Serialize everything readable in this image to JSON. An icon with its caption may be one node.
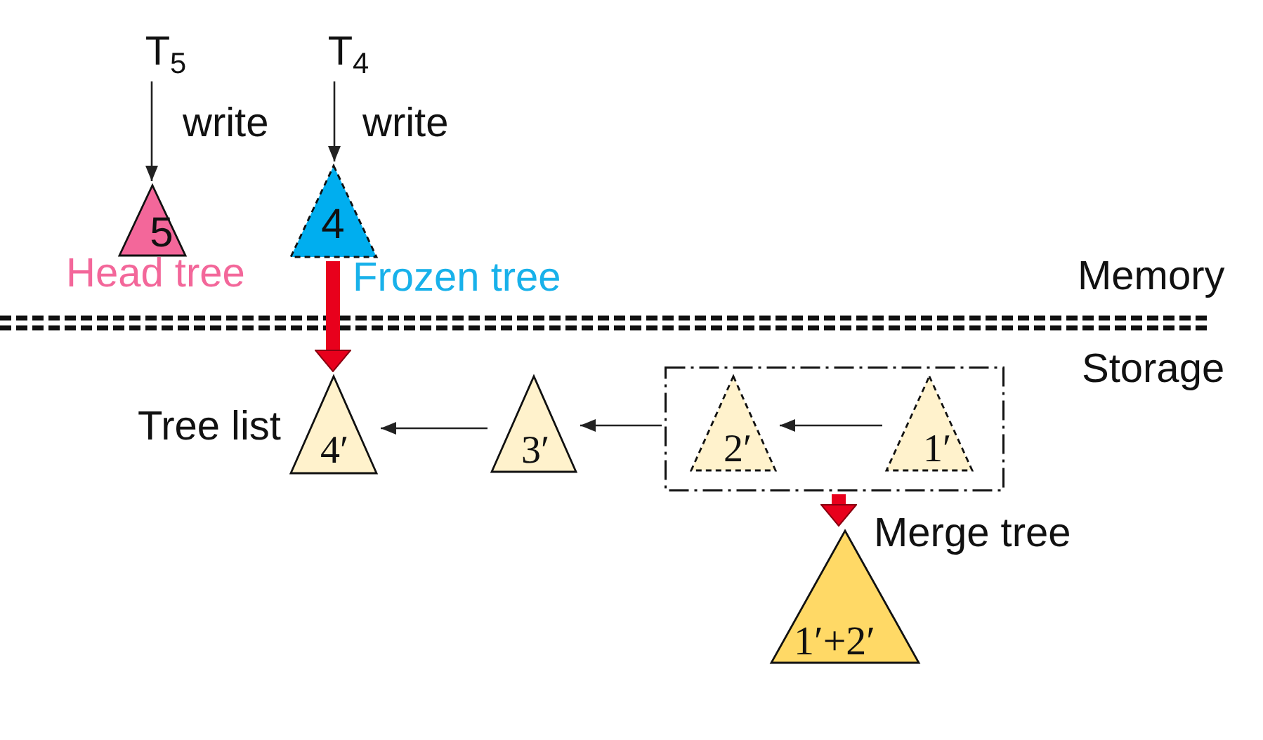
{
  "diagram": {
    "nodes": [
      {
        "text": [
          "T$_{5}$"
        ]
      },
      {
        "text": [
          "T$_{4}$"
        ]
      },
      {
        "text": [
          "5"
        ],
        "beside": [
          "Head tree"
        ]
      },
      {
        "text": [
          "4"
        ],
        "beside": [
          "Frozen tree"
        ]
      },
      {
        "text": [
          "4′"
        ],
        "beside": [
          "Tree list"
        ]
      },
      {
        "text": [
          "3′"
        ]
      },
      {
        "text": [],
        "shape": "box"
      },
      {
        "text": [
          "2′"
        ],
        "in": 6
      },
      {
        "text": [
          "1′"
        ],
        "in": 6
      },
      {
        "text": [
          "1′+2′"
        ],
        "beside": [
          "Merge tree"
        ]
      }
    ],
    "edges": [
      {
        "from": 0,
        "to": 2,
        "arrow": "to",
        "label": "write"
      },
      {
        "from": 1,
        "to": 3,
        "arrow": "to",
        "label": "write"
      },
      {
        "from": 3,
        "to": 4,
        "arrow": "to",
        "style": "thick",
        "color": "#e8001c"
      },
      {
        "from": 5,
        "to": 4,
        "arrow": "to"
      },
      {
        "from": 6,
        "to": 5,
        "arrow": "to"
      },
      {
        "from": 8,
        "to": 7,
        "arrow": "to"
      },
      {
        "from": 6,
        "to": 9,
        "arrow": "to",
        "style": "thick",
        "color": "#e8001c"
      }
    ],
    "labels": [
      "Memory",
      "Storage"
    ]
  }
}
